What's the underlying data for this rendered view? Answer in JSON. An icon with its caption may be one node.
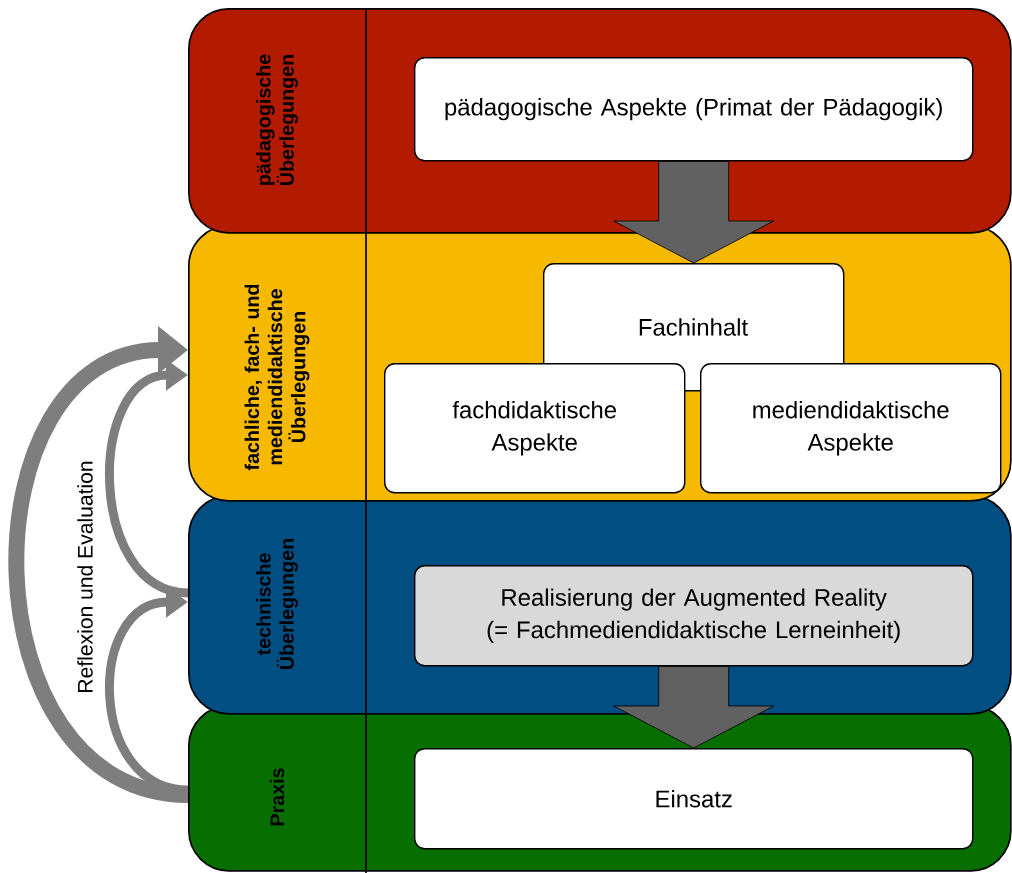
{
  "diagram": {
    "nodes": [
      {
        "text": [
          "pädagogische Überlegungen"
        ]
      },
      {
        "text": [
          "pädagogische Aspekte (Primat der Pädagogik)"
        ],
        "in": 0
      },
      {
        "text": [
          "fachliche, fach- und mediendidaktische Überlegungen"
        ]
      },
      {
        "text": [
          "Fachinhalt"
        ],
        "in": 2
      },
      {
        "text": [
          "fachdidaktische Aspekte"
        ],
        "in": 2
      },
      {
        "text": [
          "mediendidaktische Aspekte"
        ],
        "in": 2
      },
      {
        "text": [
          "technische Überlegungen"
        ]
      },
      {
        "text": [
          "Realisierung der Augmented Reality (= Fachmediendidaktische Lerneinheit)"
        ],
        "in": 6
      },
      {
        "text": [
          "Praxis"
        ]
      },
      {
        "text": [
          "Einsatz"
        ],
        "in": 8
      }
    ],
    "edges": [
      {
        "from": 1,
        "to": 3,
        "arrow": "to",
        "style": "thick"
      },
      {
        "from": 7,
        "to": 9,
        "arrow": "to",
        "style": "thick"
      },
      {
        "from": 8,
        "to": 2,
        "arrow": "to",
        "label": "Reflexion und Evaluation"
      },
      {
        "from": 6,
        "to": 2,
        "arrow": "to"
      },
      {
        "from": 8,
        "to": 6,
        "arrow": "to"
      }
    ]
  }
}
